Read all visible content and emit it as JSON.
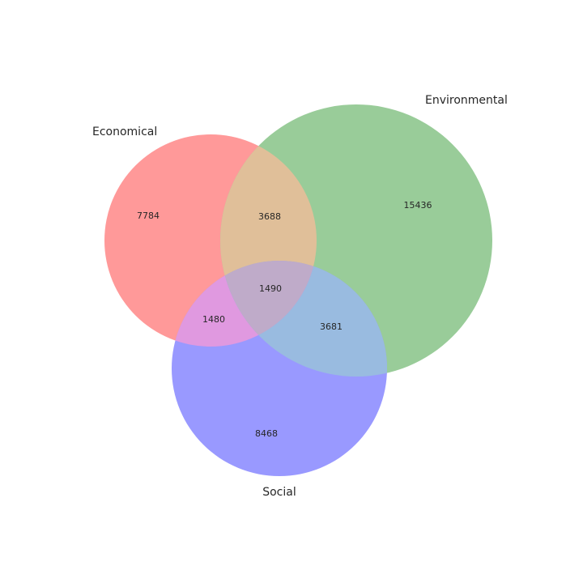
{
  "venn": {
    "sets": [
      {
        "name": "Economical",
        "color": "#ff9999"
      },
      {
        "name": "Environmental",
        "color": "#99cc99"
      },
      {
        "name": "Social",
        "color": "#9999ff"
      }
    ],
    "regions": {
      "economical_only": "7784",
      "environmental_only": "15436",
      "social_only": "8468",
      "economical_environmental": "3688",
      "economical_social": "1480",
      "environmental_social": "3681",
      "all_three": "1490"
    },
    "region_colors": {
      "economical_environmental": "#e0bf99",
      "economical_social": "#e099e0",
      "environmental_social": "#99bbe0",
      "all_three": "#bfabc9"
    }
  }
}
